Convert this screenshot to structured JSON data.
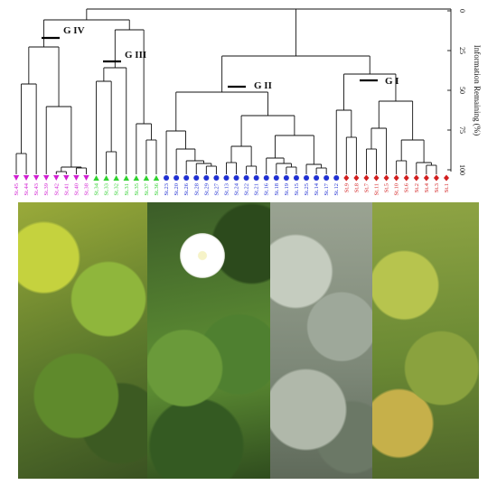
{
  "figure": {
    "axis_label": "Information Remaining (%)",
    "axis_ticks": [
      "0",
      "25",
      "50",
      "75",
      "100"
    ],
    "groups": [
      {
        "id": "g1",
        "label": "G I",
        "color": "#d21f1f"
      },
      {
        "id": "g2",
        "label": "G II",
        "color": "#1f2fd2"
      },
      {
        "id": "g3",
        "label": "G III",
        "color": "#2ed12e"
      },
      {
        "id": "g4",
        "label": "G IV",
        "color": "#d21fd2"
      }
    ],
    "leaves": [
      {
        "label": "St.45",
        "group": "g4"
      },
      {
        "label": "St.44",
        "group": "g4"
      },
      {
        "label": "St.43",
        "group": "g4"
      },
      {
        "label": "St.39",
        "group": "g4"
      },
      {
        "label": "St.42",
        "group": "g4"
      },
      {
        "label": "St.41",
        "group": "g4"
      },
      {
        "label": "St.40",
        "group": "g4"
      },
      {
        "label": "St.38",
        "group": "g4"
      },
      {
        "label": "St.34",
        "group": "g3"
      },
      {
        "label": "St.33",
        "group": "g3"
      },
      {
        "label": "St.32",
        "group": "g3"
      },
      {
        "label": "St.31",
        "group": "g3"
      },
      {
        "label": "St.35",
        "group": "g3"
      },
      {
        "label": "St.37",
        "group": "g3"
      },
      {
        "label": "St.36",
        "group": "g3"
      },
      {
        "label": "St.23",
        "group": "g2"
      },
      {
        "label": "St.20",
        "group": "g2"
      },
      {
        "label": "St.26",
        "group": "g2"
      },
      {
        "label": "St.28",
        "group": "g2"
      },
      {
        "label": "St.29",
        "group": "g2"
      },
      {
        "label": "St.27",
        "group": "g2"
      },
      {
        "label": "St.13",
        "group": "g2"
      },
      {
        "label": "St.24",
        "group": "g2"
      },
      {
        "label": "St.22",
        "group": "g2"
      },
      {
        "label": "St.21",
        "group": "g2"
      },
      {
        "label": "St.16",
        "group": "g2"
      },
      {
        "label": "St.18",
        "group": "g2"
      },
      {
        "label": "St.19",
        "group": "g2"
      },
      {
        "label": "St.15",
        "group": "g2"
      },
      {
        "label": "St.25",
        "group": "g2"
      },
      {
        "label": "St.14",
        "group": "g2"
      },
      {
        "label": "St.17",
        "group": "g2"
      },
      {
        "label": "St.12",
        "group": "g2"
      },
      {
        "label": "St.9",
        "group": "g1"
      },
      {
        "label": "St.8",
        "group": "g1"
      },
      {
        "label": "St.7",
        "group": "g1"
      },
      {
        "label": "St.11",
        "group": "g1"
      },
      {
        "label": "St.5",
        "group": "g1"
      },
      {
        "label": "St.10",
        "group": "g1"
      },
      {
        "label": "St.6",
        "group": "g1"
      },
      {
        "label": "St.2",
        "group": "g1"
      },
      {
        "label": "St.4",
        "group": "g1"
      },
      {
        "label": "St.3",
        "group": "g1"
      },
      {
        "label": "St.1",
        "group": "g1"
      }
    ]
  },
  "photos": [
    {
      "name": "photo-yellow-shrub",
      "colors": [
        "#6f8a2c",
        "#9fb83a",
        "#3f5a22"
      ]
    },
    {
      "name": "photo-white-flower",
      "colors": [
        "#3f6a2c",
        "#5c8f34",
        "#28401c"
      ]
    },
    {
      "name": "photo-grey-leaves",
      "colors": [
        "#8f9a88",
        "#b4bcaf",
        "#5f6a5a"
      ]
    },
    {
      "name": "photo-tall-grass",
      "colors": [
        "#6f8a36",
        "#a6b54a",
        "#4a5f2a"
      ]
    }
  ]
}
